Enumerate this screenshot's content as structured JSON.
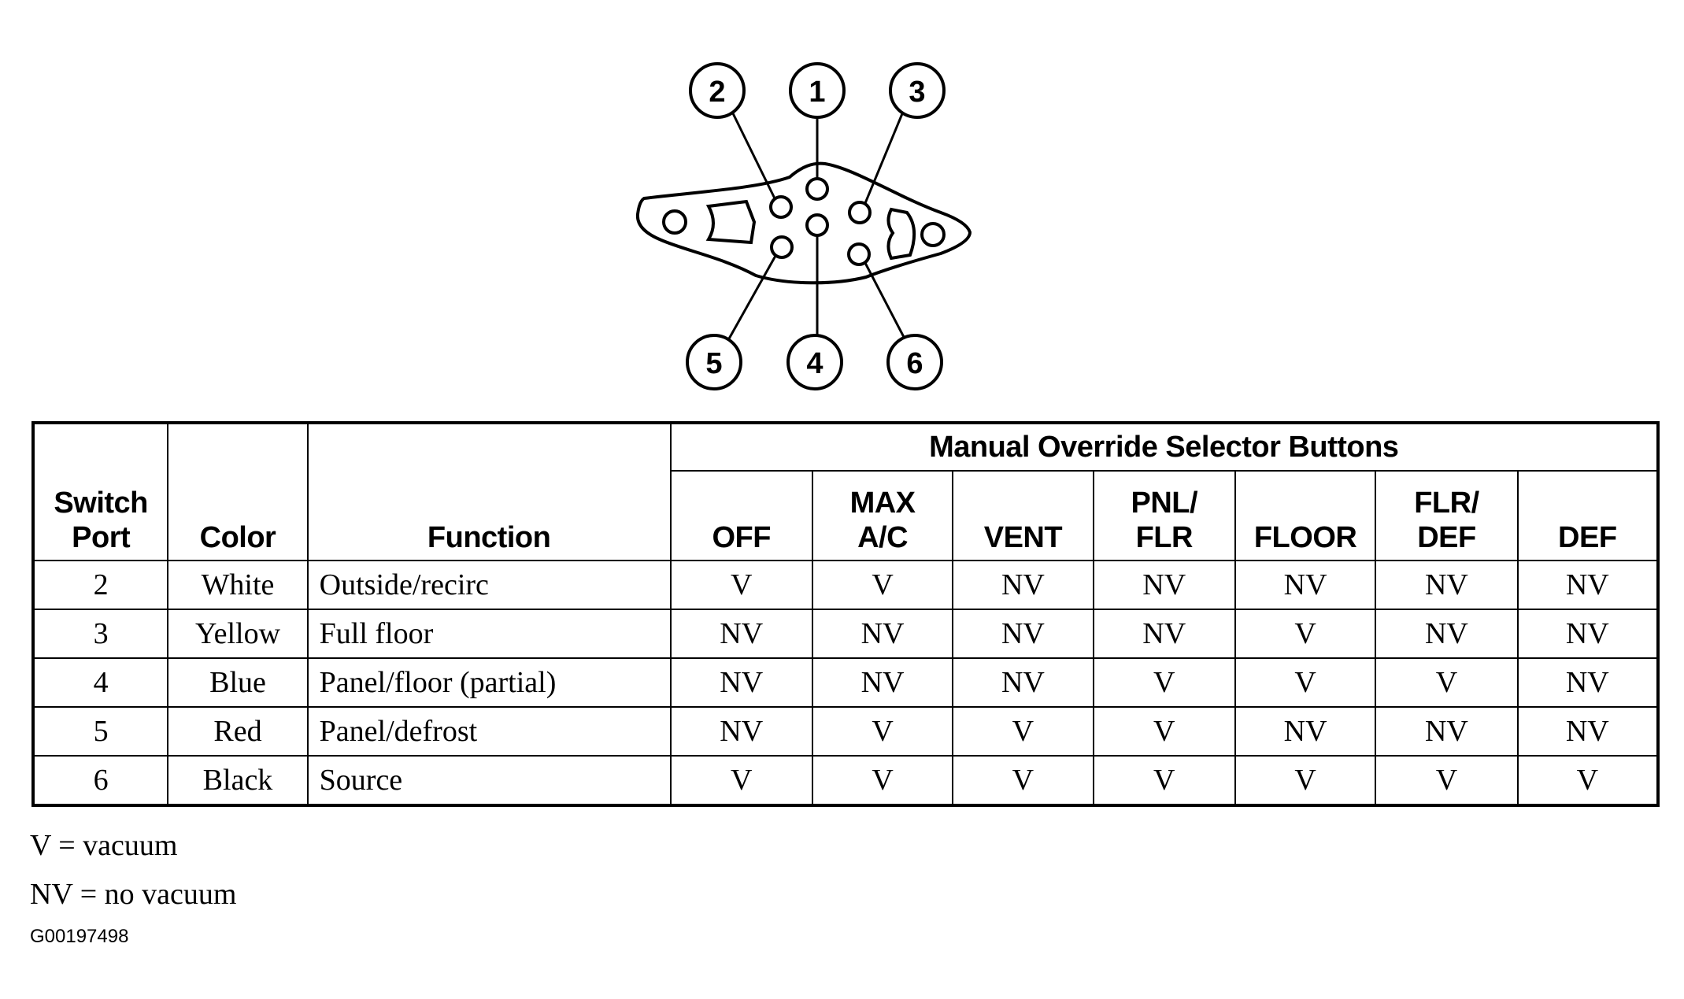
{
  "connector": {
    "ports": [
      "1",
      "2",
      "3",
      "4",
      "5",
      "6"
    ]
  },
  "table": {
    "group_header": "Manual Override Selector Buttons",
    "columns": {
      "switch_port": [
        "Switch",
        "Port"
      ],
      "color": "Color",
      "function": "Function",
      "buttons": [
        [
          "OFF"
        ],
        [
          "MAX",
          "A/C"
        ],
        [
          "VENT"
        ],
        [
          "PNL/",
          "FLR"
        ],
        [
          "FLOOR"
        ],
        [
          "FLR/",
          "DEF"
        ],
        [
          "DEF"
        ]
      ]
    },
    "rows": [
      {
        "port": "2",
        "color": "White",
        "function": "Outside/recirc",
        "values": [
          "V",
          "V",
          "NV",
          "NV",
          "NV",
          "NV",
          "NV"
        ]
      },
      {
        "port": "3",
        "color": "Yellow",
        "function": "Full floor",
        "values": [
          "NV",
          "NV",
          "NV",
          "NV",
          "V",
          "NV",
          "NV"
        ]
      },
      {
        "port": "4",
        "color": "Blue",
        "function": "Panel/floor (partial)",
        "values": [
          "NV",
          "NV",
          "NV",
          "V",
          "V",
          "V",
          "NV"
        ]
      },
      {
        "port": "5",
        "color": "Red",
        "function": "Panel/defrost",
        "values": [
          "NV",
          "V",
          "V",
          "V",
          "NV",
          "NV",
          "NV"
        ]
      },
      {
        "port": "6",
        "color": "Black",
        "function": "Source",
        "values": [
          "V",
          "V",
          "V",
          "V",
          "V",
          "V",
          "V"
        ]
      }
    ]
  },
  "legend": {
    "v": "V = vacuum",
    "nv": "NV = no vacuum"
  },
  "figure_id": "G00197498"
}
